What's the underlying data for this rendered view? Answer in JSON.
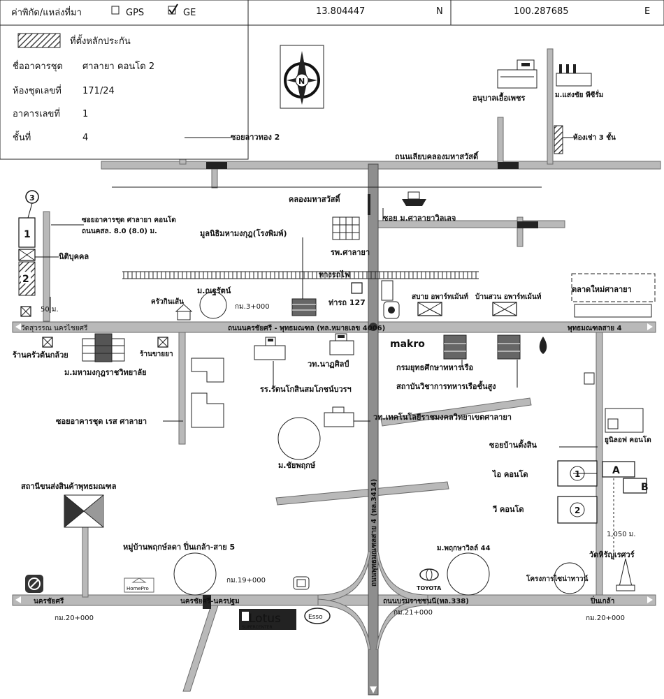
{
  "header": {
    "coord_label": "ค่าพิกัด/แหล่งที่มา",
    "gps_label": "GPS",
    "ge_label": "GE",
    "lat_value": "13.804447",
    "lat_dir": "N",
    "lon_value": "100.287685",
    "lon_dir": "E"
  },
  "info": {
    "legend_label": "ที่ตั้งหลักประกัน",
    "rows": [
      {
        "label": "ชื่ออาคารชุด",
        "value": "ศาลายา คอนโด 2"
      },
      {
        "label": "ห้องชุดเลขที่",
        "value": "171/24"
      },
      {
        "label": "อาคารเลขที่",
        "value": "1"
      },
      {
        "label": "ชั้นที่",
        "value": "4"
      }
    ]
  },
  "compass": {
    "letter": "N"
  },
  "labels": {
    "anuban": "อนุบาลเอื้อเพชร",
    "m_saengchai": "ม.แสงชัย พีซีรั่ม",
    "soi_lao_thong": "ซอยลาวทอง 2",
    "hong_chao": "ห้องเช่า 3 ชั้น",
    "thanon_liap_khlong": "ถนนเลียบคลองมหาสวัสดิ์",
    "khlong_mahasawat": "คลองมหาสวัสดิ์",
    "soi_condo_salaya": "ซอยอาคารชุด ศาลายา คอนโด",
    "thanon_khso": "ถนนคสล. 8.0 (8.0) ม.",
    "soi_m_salaya_village": "ซอย ม.ศาลายาวิลเลจ",
    "nitibukkhon": "นิติบุคคล",
    "mulanithi": "มูลนิธิมหามงกุฎ(โรงพิมพ์)",
    "rph_salaya": "รพ.ศาลายา",
    "rail": "ทางรถไฟ",
    "talat_mai": "ตลาดใหม่ศาลายา",
    "m_nattharat": "ม.ณฐรัตน์",
    "khrua_kin_sen": "ครัวกินเส้น",
    "km_3000": "กม.3+000",
    "tha_rot": "ท่ารถ 127",
    "sabai_apartment": "สบาย อพาร์ทเม้นท์",
    "ban_suan_apartment": "บ้านสวน อพาร์ทเม้นท์",
    "fifty_m": "50 ม.",
    "wat_suwan": "วัดสุวรรณ นครไชยศรี",
    "main_road": "ถนนนครชัยศรี - พุทธมณฑล (ทล.หมายเลข 4006)",
    "phutthamonthon_sai4": "พุทธมณฑลสาย 4",
    "makro": "makro",
    "ran_khrua": "ร้านครัวต้นกล้วย",
    "ran_khai_ya": "ร้านขายยา",
    "m_mahamongkut": "ม.มหามงกุฎราชวิทยาลัย",
    "wt_natasin": "วท.นาฏศิลป์",
    "kromyutha": "กรมยุทธศึกษาทหารเรือ",
    "sathaban_wichakan": "สถาบันวิชาการทหารเรือชั้นสูง",
    "rr_rattanakosin": "รร.รัตนโกสินสมโภชน์บวรฯ",
    "soi_condo_rise": "ซอยอาคารชุด เรส ศาลายา",
    "wt_technology": "วท.เทคโนโลยีราชมงคลวิทยาเขตศาลายา",
    "soi_ban_tang_sin": "ซอยบ้านตั้งสิน",
    "unilive_condo": "ยูนิลอฟ คอนโด",
    "m_chaiyaphruek": "ม.ชัยพฤกษ์",
    "i_condo": "ไอ คอนโด",
    "wee_condo": "วี คอนโด",
    "circle_1": "1",
    "circle_2": "2",
    "label_a": "A",
    "label_b": "B",
    "m_1050": "1,050 ม.",
    "wat_hiran": "วัดหิรัญเรศวร์",
    "vertical_road": "ถนนพุทธมณฑลสาย 4 (ทล.3414)",
    "sathani": "สถานีขนส่งสินค้าพุทธมณฑล",
    "mu_ban_phruksa": "หมู่บ้านพฤกษ์ลดา ปิ่นเกล้า-สาย 5",
    "m_phruksa_44": "ม.พฤกษาวิลล์ 44",
    "khrongkan_ploen": "โครงการไซน่าทาวน์",
    "km_19000": "กม.19+000",
    "km_20000_left": "กม.20+000",
    "km_21000": "กม.21+000",
    "km_20000_right": "กม.20+000",
    "nakhon_chaisi": "นครชัยศรี",
    "nakhon_chaisi_sai": "นครชัยศรี-นครปฐม",
    "thanon_borommaratchachonnani": "ถนนบรมราชชนนี(ทล.338)",
    "pin_klao": "ปิ่นเกล้า",
    "home_pro": "HomePro",
    "lotus": "Lotus",
    "supercenter": "SUPERCENTER",
    "esso": "Esso",
    "toyota": "TOYOTA",
    "marker_3": "3",
    "bldg_1": "1",
    "bldg_2": "2"
  },
  "colors": {
    "road_fill": "#b9b9b9",
    "road_dark": "#8e8e8e",
    "ink": "#111111"
  }
}
